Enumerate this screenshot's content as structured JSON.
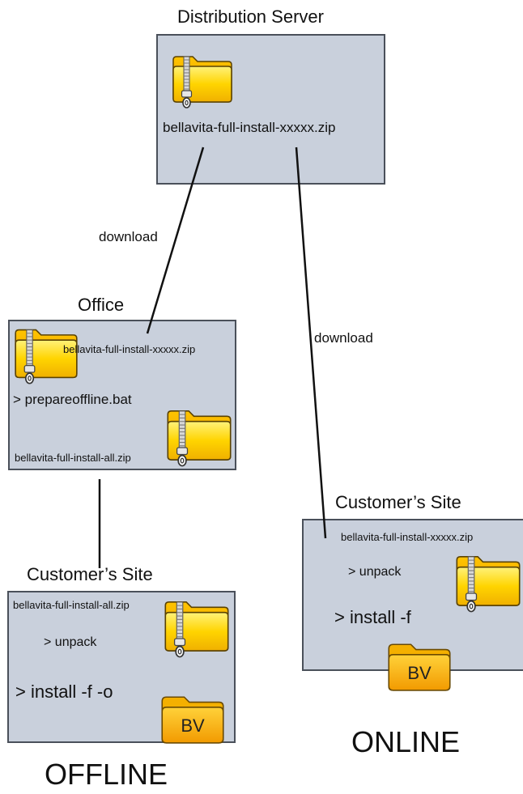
{
  "server": {
    "title": "Distribution Server",
    "file": "bellavita-full-install-xxxxx.zip"
  },
  "edges": {
    "office_download": "download",
    "online_download": "download"
  },
  "office": {
    "title": "Office",
    "file_in": "bellavita-full-install-xxxxx.zip",
    "command": "> prepareoffline.bat",
    "file_out": "bellavita-full-install-all.zip"
  },
  "offline_site": {
    "title": "Customer’s Site",
    "file": "bellavita-full-install-all.zip",
    "cmd_unpack": "> unpack",
    "cmd_install": "> install -f -o",
    "bv_label": "BV",
    "mode": "OFFLINE"
  },
  "online_site": {
    "title": "Customer’s Site",
    "file": "bellavita-full-install-xxxxx.zip",
    "cmd_unpack": "> unpack",
    "cmd_install": "> install -f",
    "bv_label": "BV",
    "mode": "ONLINE"
  },
  "icons": {
    "zip": "zip-folder-icon",
    "bv": "bv-folder-icon"
  },
  "colors": {
    "box_fill": "#c9d0dc",
    "box_border": "#4a505a",
    "folder_yellow": "#ffd400",
    "folder_orange": "#f2a800"
  }
}
